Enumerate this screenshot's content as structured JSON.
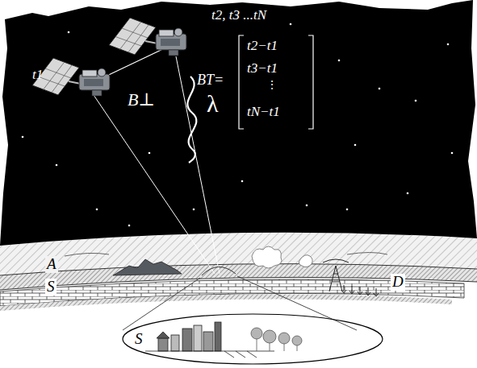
{
  "diagram": {
    "nodes": [
      {
        "text": [
          "S"
        ]
      }
    ],
    "labels": [
      "t2, t3 ...tN",
      "t1",
      "B⊥",
      "λ",
      "BT=",
      "t2−t1",
      "t3−t1",
      "⋮",
      "tN−t1",
      "A",
      "S",
      "D"
    ]
  }
}
